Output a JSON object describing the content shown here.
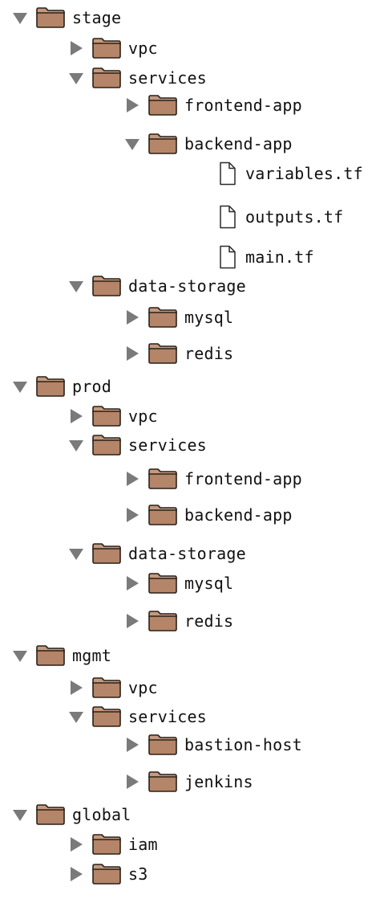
{
  "colors": {
    "folder_body": "#b48569",
    "folder_tab": "#c59a80",
    "folder_outline": "#2a2118",
    "arrow": "#7a7a7a",
    "file_outline": "#2a2a2a",
    "label": "#111111"
  },
  "tree": [
    {
      "label": "stage",
      "type": "folder",
      "state": "expanded",
      "depth": 0
    },
    {
      "label": "vpc",
      "type": "folder",
      "state": "collapsed",
      "depth": 1
    },
    {
      "label": "services",
      "type": "folder",
      "state": "expanded",
      "depth": 1
    },
    {
      "label": "frontend-app",
      "type": "folder",
      "state": "collapsed",
      "depth": 2
    },
    {
      "label": "backend-app",
      "type": "folder",
      "state": "expanded",
      "depth": 2
    },
    {
      "label": "variables.tf",
      "type": "file",
      "depth": 3
    },
    {
      "label": "outputs.tf",
      "type": "file",
      "depth": 3
    },
    {
      "label": "main.tf",
      "type": "file",
      "depth": 3
    },
    {
      "label": "data-storage",
      "type": "folder",
      "state": "expanded",
      "depth": 1
    },
    {
      "label": "mysql",
      "type": "folder",
      "state": "collapsed",
      "depth": 2
    },
    {
      "label": "redis",
      "type": "folder",
      "state": "collapsed",
      "depth": 2
    },
    {
      "label": "prod",
      "type": "folder",
      "state": "expanded",
      "depth": 0
    },
    {
      "label": "vpc",
      "type": "folder",
      "state": "collapsed",
      "depth": 1
    },
    {
      "label": "services",
      "type": "folder",
      "state": "expanded",
      "depth": 1
    },
    {
      "label": "frontend-app",
      "type": "folder",
      "state": "collapsed",
      "depth": 2
    },
    {
      "label": "backend-app",
      "type": "folder",
      "state": "collapsed",
      "depth": 2
    },
    {
      "label": "data-storage",
      "type": "folder",
      "state": "expanded",
      "depth": 1
    },
    {
      "label": "mysql",
      "type": "folder",
      "state": "collapsed",
      "depth": 2
    },
    {
      "label": "redis",
      "type": "folder",
      "state": "collapsed",
      "depth": 2
    },
    {
      "label": "mgmt",
      "type": "folder",
      "state": "expanded",
      "depth": 0
    },
    {
      "label": "vpc",
      "type": "folder",
      "state": "collapsed",
      "depth": 1
    },
    {
      "label": "services",
      "type": "folder",
      "state": "expanded",
      "depth": 1
    },
    {
      "label": "bastion-host",
      "type": "folder",
      "state": "collapsed",
      "depth": 2
    },
    {
      "label": "jenkins",
      "type": "folder",
      "state": "collapsed",
      "depth": 2
    },
    {
      "label": "global",
      "type": "folder",
      "state": "expanded",
      "depth": 0
    },
    {
      "label": "iam",
      "type": "folder",
      "state": "collapsed",
      "depth": 1
    },
    {
      "label": "s3",
      "type": "folder",
      "state": "collapsed",
      "depth": 1
    }
  ]
}
